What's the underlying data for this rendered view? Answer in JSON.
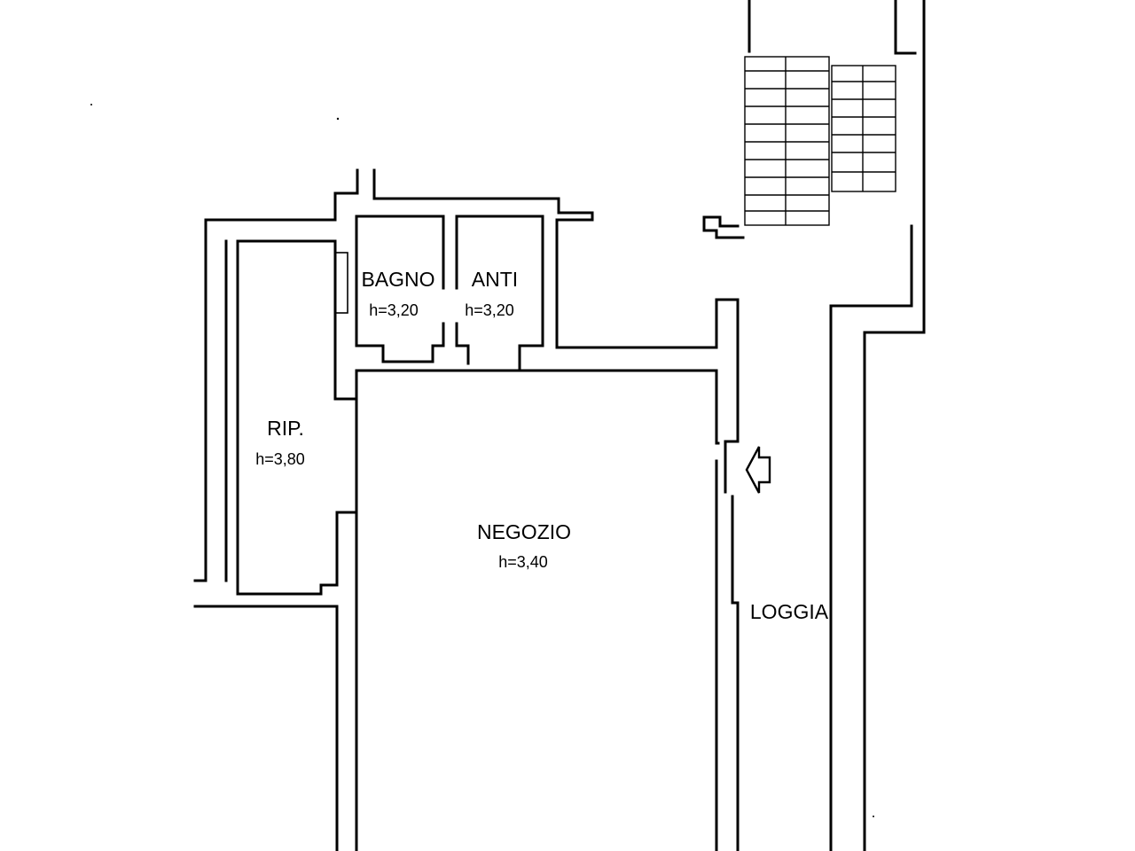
{
  "rooms": {
    "bagno": {
      "name": "BAGNO",
      "height": "h=3,20"
    },
    "anti": {
      "name": "ANTI",
      "height": "h=3,20"
    },
    "rip": {
      "name": "RIP.",
      "height": "h=3,80"
    },
    "negozio": {
      "name": "NEGOZIO",
      "height": "h=3,40"
    },
    "loggia": {
      "name": "LOGGIA"
    }
  },
  "entrance": {
    "icon": "entrance-arrow-icon"
  }
}
